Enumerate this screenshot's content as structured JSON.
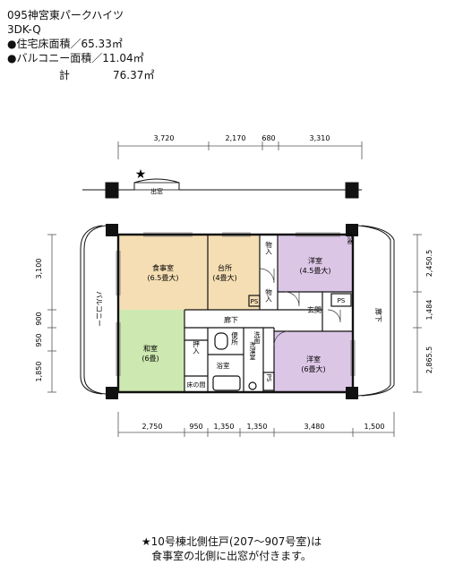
{
  "header": {
    "title": "095神宮東パークハイツ",
    "type": "3DK-Q",
    "area_label": "●住宅床面積／65.33㎡",
    "balcony_label": "●バルコニー面積／11.04㎡",
    "total_label": "計",
    "total_value": "76.37㎡"
  },
  "dims": {
    "top": [
      "3,720",
      "2,170",
      "680",
      "3,310"
    ],
    "bottom": [
      "2,750",
      "950",
      "1,350",
      "1,350",
      "3,480",
      "1,500"
    ],
    "left": [
      "3,100",
      "900",
      "950",
      "1,850"
    ],
    "right": [
      "2,450.5",
      "1,484",
      "2,865.5"
    ]
  },
  "rooms": {
    "dining": "食事室",
    "dining_size": "(6.5畳大)",
    "kitchen": "台所",
    "kitchen_size": "(4畳大)",
    "storage": "物入",
    "western_n": "洋室",
    "western_n_size": "(4.5畳大)",
    "western_s": "洋室",
    "western_s_size": "(6畳大)",
    "japanese": "和室",
    "japanese_size": "(6畳)",
    "oshiire": "押入",
    "tokonoma": "床の間",
    "bath": "浴室",
    "toilet": "便所",
    "wash": "洗面",
    "laundry": "洗濯室",
    "hall": "廊下",
    "entrance": "玄関",
    "ps": "PS",
    "balcony": "バルコニー",
    "corridor": "廊下",
    "meter": "計器",
    "window": "出窓",
    "star": "★"
  },
  "footnote": {
    "line1": "★10号棟北側住戸(207～907号室)は",
    "line2": "食事室の北側に出窓が付きます。"
  },
  "colors": {
    "dining": "#f5deb3",
    "western": "#dcc6e6",
    "japanese": "#cde8b0",
    "wall": "#111111"
  }
}
